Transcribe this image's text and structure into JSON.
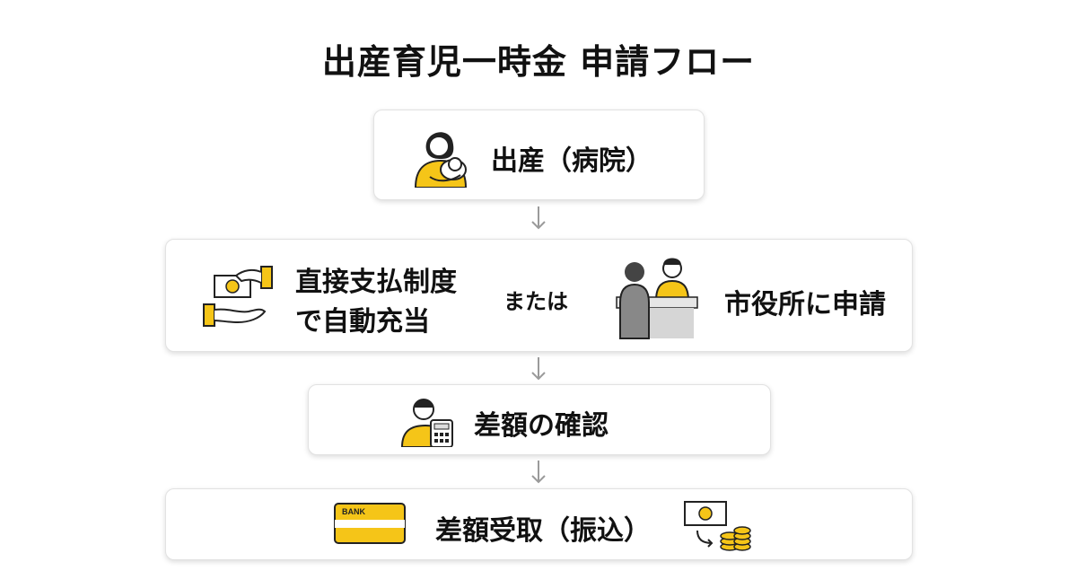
{
  "title": "出産育児一時金 申請フロー",
  "steps": [
    {
      "label": "出産（病院）",
      "icon": "mother-baby-icon"
    },
    {
      "left": {
        "line1": "直接支払制度",
        "line2": "で自動充当",
        "icon": "cash-hand-icon"
      },
      "connector": "または",
      "right": {
        "label": "市役所に申請",
        "icon": "city-hall-counter-icon"
      }
    },
    {
      "label": "差額の確認",
      "icon": "person-calculator-icon"
    },
    {
      "label": "差額受取（振込）",
      "icons": [
        "bank-card-icon",
        "money-coins-icon"
      ],
      "bank_text": "BANK"
    }
  ],
  "colors": {
    "accent": "#F5C518",
    "text": "#111111",
    "arrow": "#9a9a9a",
    "border": "#e2e2e2"
  }
}
